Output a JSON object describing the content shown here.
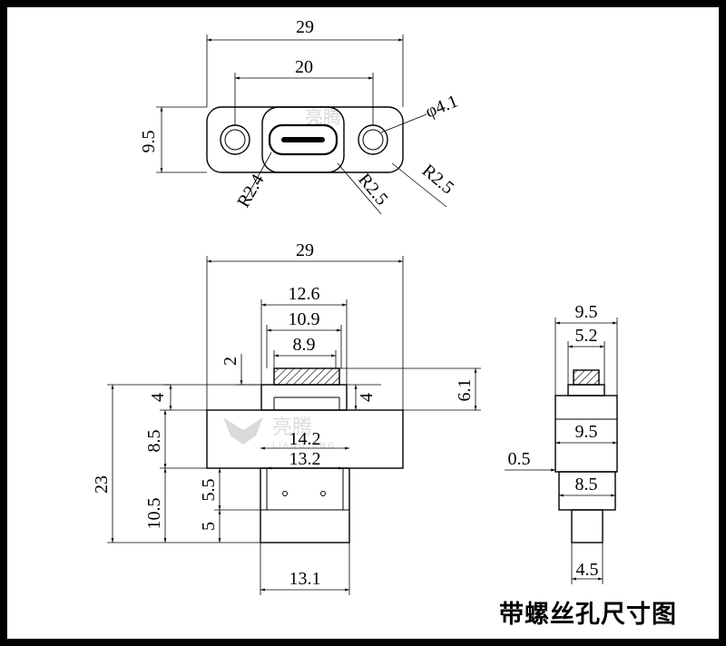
{
  "caption": "带螺丝孔尺寸图",
  "watermark": {
    "brand": "亮腾",
    "sub": "LIANGTENG"
  },
  "top_view": {
    "overall_width": "29",
    "hole_spacing": "20",
    "height": "9.5",
    "hole_diameter": "φ4.1",
    "port_radius": "R2.4",
    "center_radius": "R2.5",
    "corner_radius": "R2.5"
  },
  "front_view": {
    "overall_width": "29",
    "width_12_6": "12.6",
    "width_10_9": "10.9",
    "width_8_9": "8.9",
    "plug_height": "2",
    "left_step": "4",
    "right_step": "4",
    "top_height": "6.1",
    "total_height": "23",
    "flange_height": "8.5",
    "flange_width": "14.2",
    "inner_width": "13.2",
    "lower_height": "10.5",
    "gap_5_5": "5.5",
    "bottom_5": "5",
    "bottom_width": "13.1"
  },
  "side_view": {
    "top_width": "9.5",
    "plug_width": "5.2",
    "body_width": "9.5",
    "offset": "0.5",
    "lower_width": "8.5",
    "bottom_width": "4.5"
  },
  "colors": {
    "line": "#000000",
    "background": "#ffffff",
    "frame": "#000000"
  }
}
